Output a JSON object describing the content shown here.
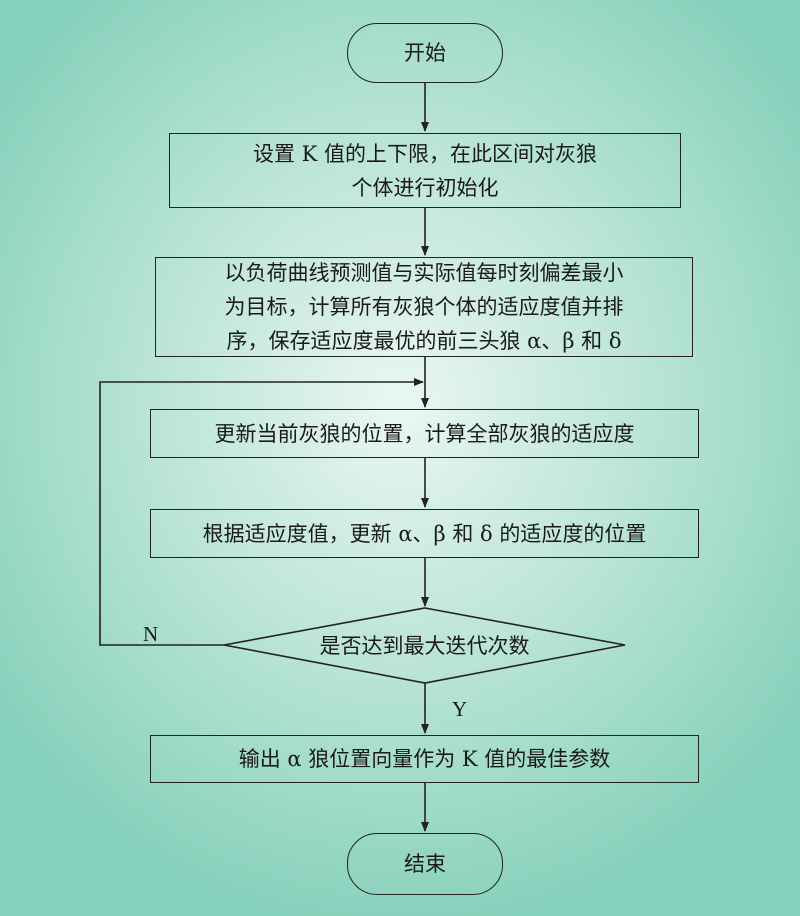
{
  "flowchart": {
    "start": "开始",
    "step1": [
      "设置 K 值的上下限，在此区间对灰狼",
      "个体进行初始化"
    ],
    "step2": [
      "以负荷曲线预测值与实际值每时刻偏差最小",
      "为目标，计算所有灰狼个体的适应度值并排",
      "序，保存适应度最优的前三头狼 α、β 和 δ"
    ],
    "step3": "更新当前灰狼的位置，计算全部灰狼的适应度",
    "step4": "根据适应度值，更新 α、β 和 δ 的适应度的位置",
    "decision": "是否达到最大迭代次数",
    "branch_no": "N",
    "branch_yes": "Y",
    "step5": "输出 α 狼位置向量作为 K 值的最佳参数",
    "end": "结束"
  },
  "colors": {
    "line": "#222222",
    "bg_center": "#eaf7f2",
    "bg_edge": "#86d1bb"
  }
}
